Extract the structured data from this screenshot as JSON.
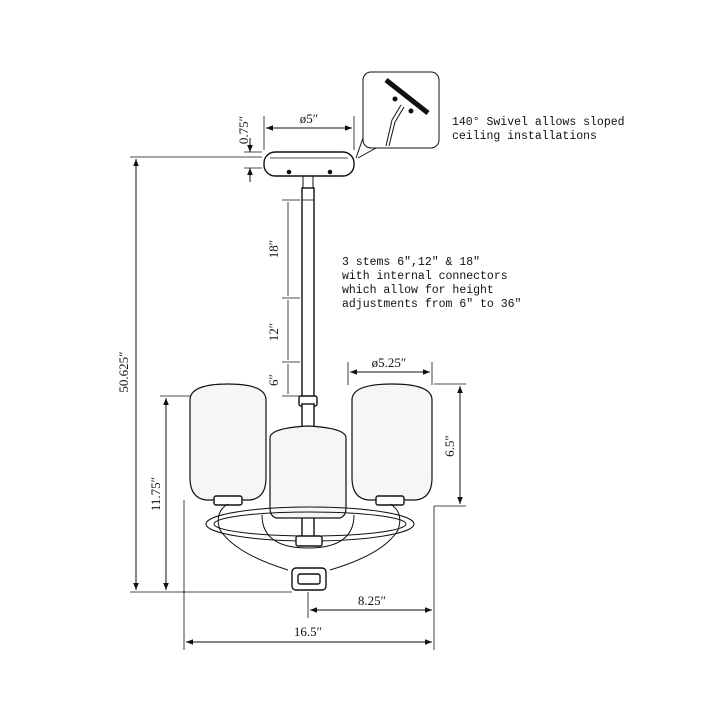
{
  "dimensions": {
    "canopy_height": "0.75″",
    "canopy_diameter": "ø5″",
    "stem_18": "18″",
    "stem_12": "12″",
    "stem_6": "6″",
    "overall_height": "50.625″",
    "body_height": "11.75″",
    "shade_diameter": "ø5.25″",
    "shade_height": "6.5″",
    "center_to_shade": "8.25″",
    "overall_width": "16.5″"
  },
  "notes": {
    "swivel_line1": "140° Swivel allows sloped",
    "swivel_line2": "ceiling installations",
    "stems_line1": "3 stems 6″,12″ & 18″",
    "stems_line2": "with internal connectors",
    "stems_line3": "which allow for height",
    "stems_line4": "adjustments from 6″ to 36″"
  }
}
